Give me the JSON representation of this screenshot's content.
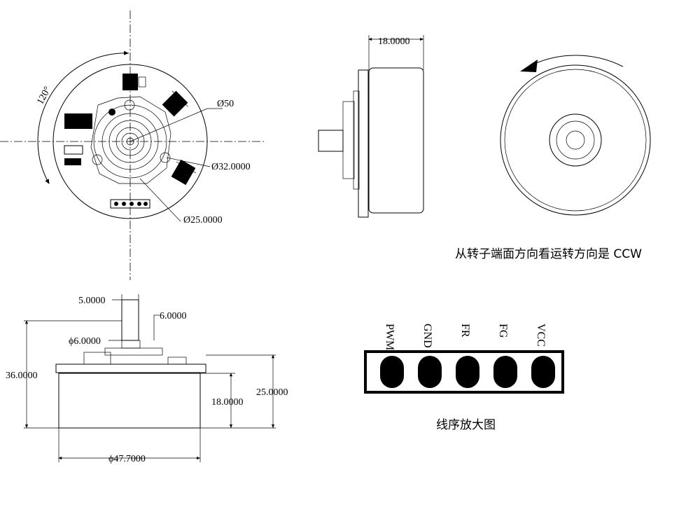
{
  "front_view": {
    "angle_label": "120°",
    "dia_outer": "Ø50",
    "dia_mid": "Ø32.0000",
    "dia_inner": "Ø25.0000"
  },
  "side_view": {
    "width_label": "18.0000"
  },
  "rotor_view": {
    "caption": "从转子端面方向看运转方向是   CCW"
  },
  "bottom_view": {
    "shaft_width": "5.0000",
    "shaft_height": "6.0000",
    "shaft_dia": "ϕ6.0000",
    "total_height": "36.0000",
    "body_height": "18.0000",
    "motor_height": "25.0000",
    "body_dia": "ϕ47.7000"
  },
  "connector": {
    "pins": [
      "PWM",
      "GND",
      "FR",
      "FG",
      "VCC"
    ],
    "caption": "线序放大图"
  }
}
